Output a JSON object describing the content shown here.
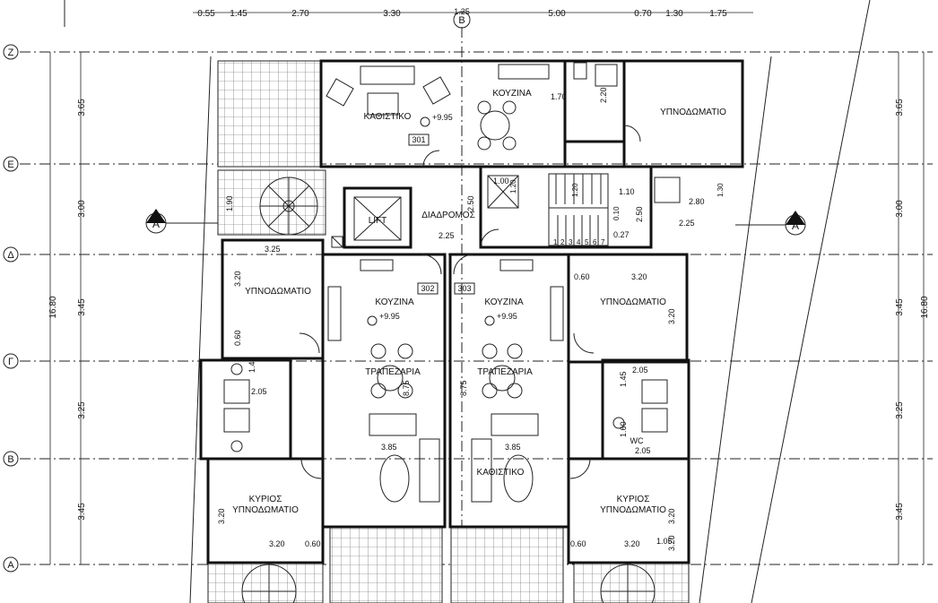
{
  "grid_axes": [
    "Z",
    "E",
    "Δ",
    "Γ",
    "B",
    "A"
  ],
  "section_marker": "A",
  "north_marker": "B",
  "top_dims": [
    "0.55",
    "1.45",
    "2.70",
    "3.30",
    "1.25",
    "5.00",
    "0.70",
    "1.30",
    "1.75"
  ],
  "left_dims": [
    "3.65",
    "3.00",
    "3.45",
    "3.25",
    "3.45",
    "16.80"
  ],
  "right_dims": [
    "3.65",
    "3.00",
    "3.45",
    "3.25",
    "3.45",
    "16.80"
  ],
  "rooms": {
    "living_301": "ΚΑΘΙΣΤΙΚΟ",
    "kitchen_301": "ΚΟΥΖΙΝΑ",
    "bedroom_301": "ΥΠΝΟΔΩΜΑΤΙΟ",
    "corridor": "ΔΙΑΔΡΟΜΟΣ",
    "lift": "LIFT",
    "bedroom_left": "ΥΠΝΟΔΩΜΑΤΙΟ",
    "kitchen_302": "ΚΟΥΖΙΝΑ",
    "dining_302": "ΤΡΑΠΕΖΑΡΙΑ",
    "kitchen_303": "ΚΟΥΖΙΝΑ",
    "dining_303": "ΤΡΑΠΕΖΑΡΙΑ",
    "living_303": "ΚΑΘΙΣΤΙΚΟ",
    "bedroom_right": "ΥΠΝΟΔΩΜΑΤΙΟ",
    "master_left_1": "ΚΥΡΙΟΣ",
    "master_left_2": "ΥΠΝΟΔΩΜΑΤΙΟ",
    "master_right_1": "ΚΥΡΙΟΣ",
    "master_right_2": "ΥΠΝΟΔΩΜΑΤΙΟ",
    "wc": "WC"
  },
  "apartments": [
    "301",
    "302",
    "303"
  ],
  "levels": {
    "l301": "+9.95",
    "l302": "+9.95",
    "l303": "+9.95"
  },
  "interior_dims": {
    "d170": "1.70",
    "d220": "2.20",
    "d100": "1.00",
    "d120a": "1.20",
    "d120b": "1.20",
    "d110": "1.10",
    "d250a": "2.50",
    "d250b": "2.50",
    "d010": "0.10",
    "d027": "0.27",
    "d225a": "2.25",
    "d225b": "2.25",
    "d280": "2.80",
    "d130": "1.30",
    "d190": "1.90",
    "d325": "3.25",
    "d320a": "3.20",
    "d060a": "0.60",
    "d145a": "1.45",
    "d205a": "2.05",
    "d875a": "8.75",
    "d875b": "8.75",
    "d385a": "3.85",
    "d385b": "3.85",
    "d060b": "0.60",
    "d320b": "3.20",
    "d320c": "3.20",
    "d205b": "2.05",
    "d145b": "1.45",
    "d160": "1.60",
    "d205c": "2.05",
    "d320d": "3.20",
    "d060c": "0.60",
    "d320e": "3.20",
    "d060d": "0.60",
    "d320f": "3.20",
    "d105": "1.05",
    "d320g": "3.20",
    "d320h": "3.20"
  },
  "stair_steps": [
    "1",
    "2",
    "3",
    "4",
    "5",
    "6",
    "7"
  ]
}
